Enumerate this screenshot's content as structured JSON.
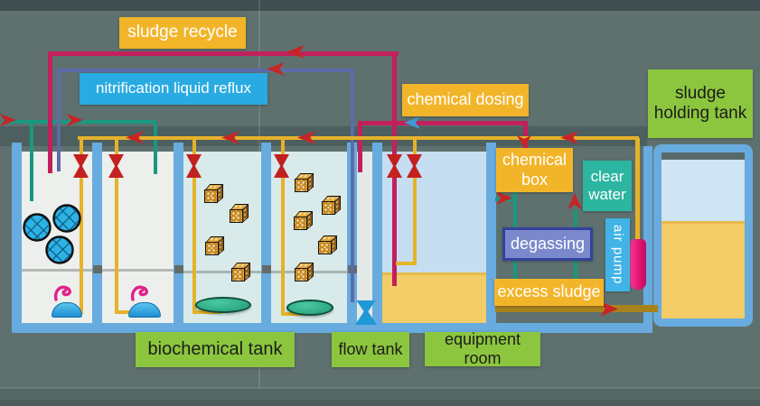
{
  "diagram": {
    "title_context": "wastewater treatment process flow diagram",
    "labels": {
      "sludge_recycle": "sludge recycle",
      "nitrification_liquid_reflux": "nitrification liquid reflux",
      "chemical_dosing": "chemical dosing",
      "sludge_holding_tank": "sludge\nholding tank",
      "chemical_box": "chemical\nbox",
      "clear_water": "clear\nwater",
      "degassing": "degassing",
      "air_pump": "air pump",
      "excess_sludge": "excess sludge",
      "biochemical_tank": "biochemical tank",
      "flow_tank": "flow tank",
      "equipment_room": "equipment room"
    },
    "palette": {
      "background": "#5e716f",
      "label_yellow": "#f2b52a",
      "label_blue": "#29abe2",
      "label_green": "#8cc63e",
      "label_teal": "#2cb5a0",
      "label_slate_blue": "#7b89cc",
      "label_light_blue": "#41b3e6",
      "pipe_sludge_pink": "#c21f5c",
      "pipe_reflux_slate": "#5d6ba8",
      "pipe_influent_teal": "#18997f",
      "pipe_air_yellow": "#e6b22a",
      "pipe_excess_olive": "#a8821c",
      "arrow_red": "#c62525",
      "arrow_blue": "#3e9ad6",
      "tank_wall_blue": "#68abdf",
      "water_light_blue": "#c6def2",
      "sludge_yellow": "#f2cc66"
    }
  }
}
